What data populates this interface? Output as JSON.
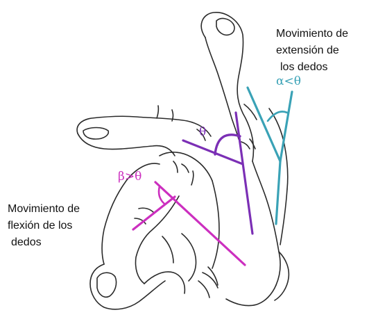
{
  "labels": {
    "extension": [
      "Movimiento de",
      "extensión de",
      "los dedos"
    ],
    "flexion": [
      "Movimiento de",
      "flexión de los",
      "dedos"
    ]
  },
  "angles": {
    "alpha": "α<θ",
    "theta": "θ",
    "beta": "β>θ"
  },
  "colors": {
    "extension_lines": "#3aa2b6",
    "theta_lines": "#7b2fb5",
    "flexion_lines": "#cc2fbf",
    "sketch": "#2a2a2a",
    "text": "#111111"
  }
}
